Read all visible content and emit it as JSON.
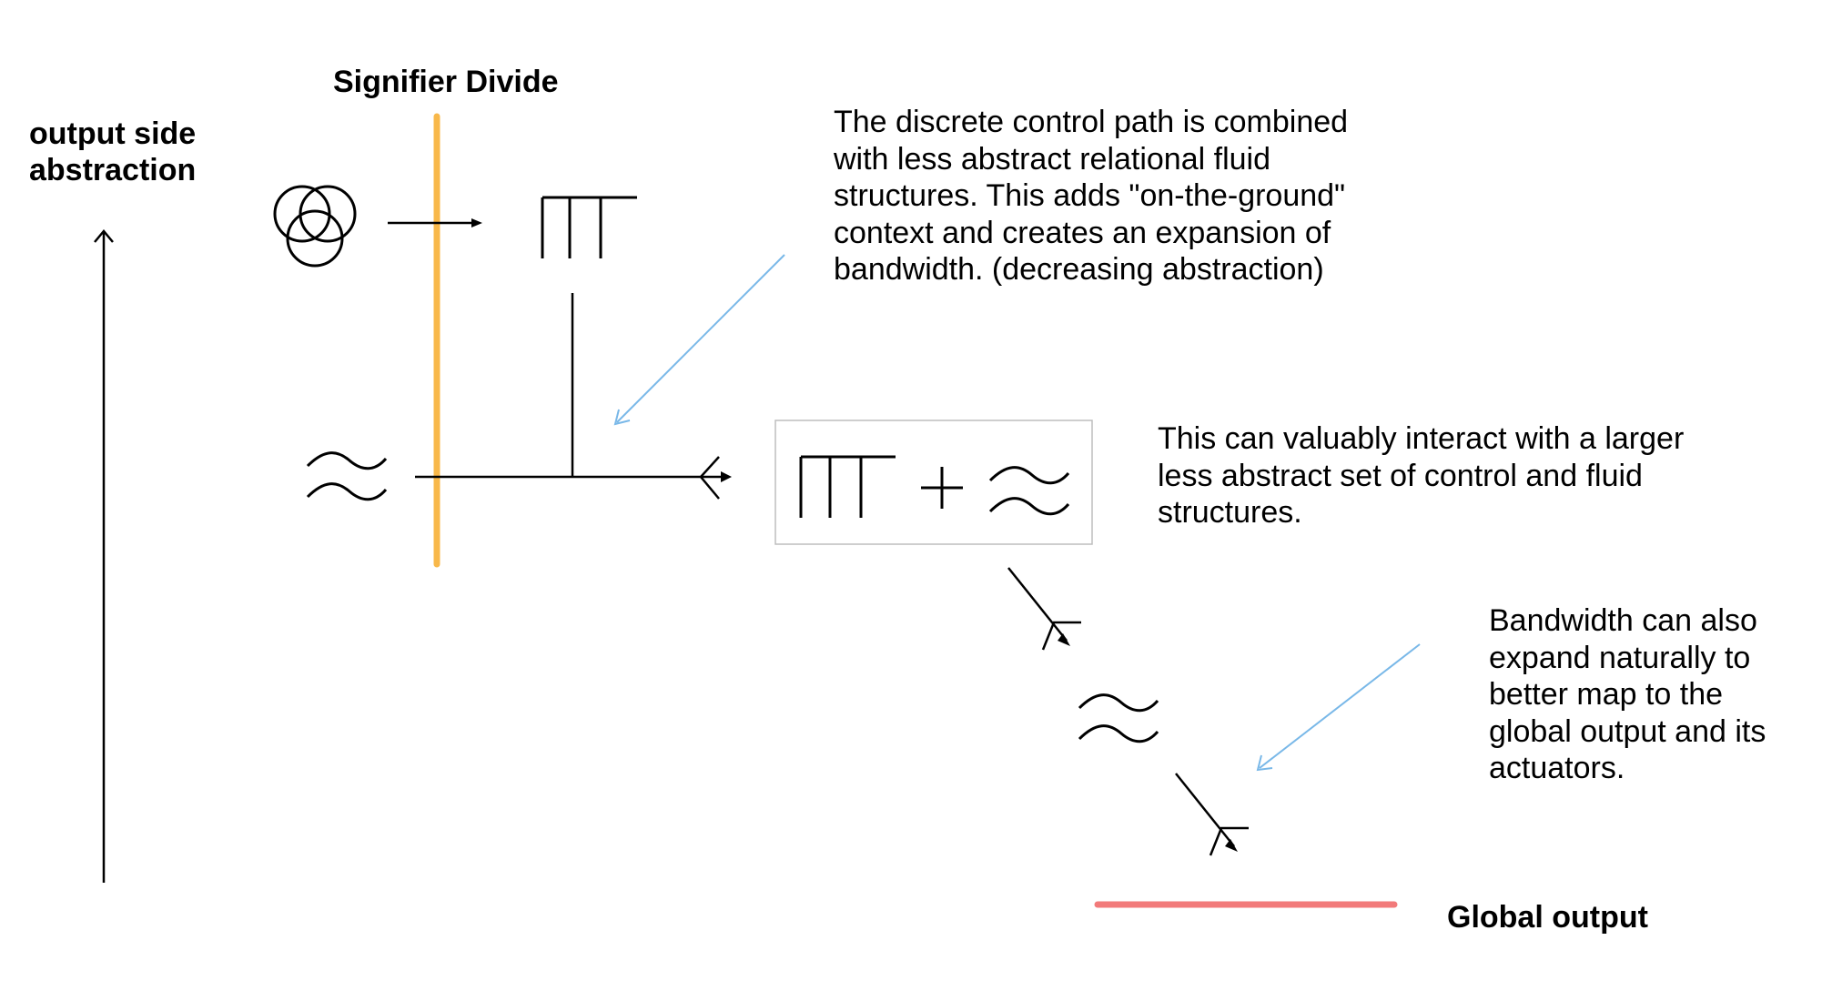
{
  "labels": {
    "axis_title_line1": "output side",
    "axis_title_line2": "abstraction",
    "signifier_divide": "Signifier Divide",
    "global_output": "Global output"
  },
  "annotations": {
    "control_path": "The discrete control path is combined\nwith less abstract relational fluid\nstructures. This adds \"on-the-ground\"\ncontext and creates an expansion of\nbandwidth. (decreasing abstraction)",
    "interaction": "This can valuably interact with a larger\nless abstract set of control and fluid\nstructures.",
    "bandwidth": "Bandwidth can also\nexpand naturally to\nbetter map to the\nglobal output and its\nactuators."
  },
  "symbols": {
    "venn": "venn-circles-icon",
    "fence": "fence-icon",
    "fluid": "wave-icon",
    "plus": "+"
  },
  "colors": {
    "divide": "#f8b84a",
    "global_output": "#f27a7a",
    "pointer": "#79b8e8",
    "box_border": "#bdbdbd",
    "ink": "#000000"
  }
}
